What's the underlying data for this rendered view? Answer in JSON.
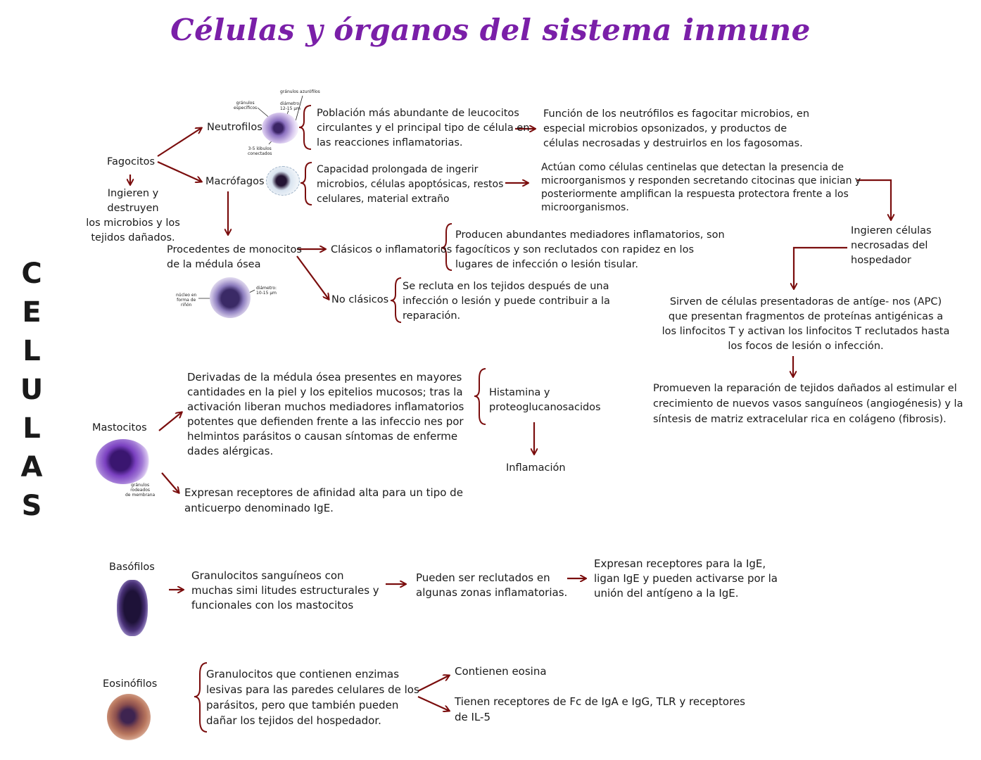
{
  "title": "Células y órganos del sistema inmune",
  "side_label": "CELULAS",
  "colors": {
    "title": "#7a1fa8",
    "arrow": "#7a0d0d",
    "cell_purple": "#5a2d8c"
  },
  "fagocitos": {
    "label": "Fagocitos",
    "desc": "Ingieren y destruyen\nlos microbios y los\ntejidos dañados."
  },
  "neutrofilos": {
    "label": "Neutrofilos",
    "micro_labels": {
      "a": "gránulos\nespecíficos",
      "b": "gránulos azurófilos",
      "c": "diámetro:\n12-15 μm",
      "d": "3-5 lóbulos\nconectados"
    },
    "desc": "Población más abundante de leucocitos\ncirculantes y el principal tipo de célula en\nlas reacciones inflamatorias.",
    "func": "Función de los neutrófilos es fagocitar microbios, en\nespecial microbios opsonizados, y productos de\ncélulas necrosadas y destruirlos en los fagosomas."
  },
  "macrofagos": {
    "label": "Macrófagos",
    "desc": "Capacidad prolongada de ingerir\nmicrobios, células apoptósicas, restos\ncelulares, material extraño",
    "func": "Actúan como células centinelas que detectan la presencia de\nmicroorganismos y responden secretando citocinas que inician y\nposteriormente amplifican la respuesta protectora frente a los\nmicroorganismos.",
    "ingieren": "Ingieren células\nnecrosadas del\nhospedador",
    "apc": "Sirven de células presentadoras de antíge- nos (APC)\nque presentan fragmentos de proteínas antigénicas a\nlos linfocitos T y activan los linfocitos T reclutados hasta\nlos focos de lesión o infección.",
    "repair": "Promueven la reparación de tejidos dañados al estimular el\ncrecimiento de nuevos vasos sanguíneos (angiogénesis) y la\nsíntesis de matriz extracelular rica en colágeno (fibrosis)."
  },
  "monocitos": {
    "label": "Procedentes de monocitos\nde la médula ósea",
    "micro_labels": {
      "a": "núcleo en\nforma de\nriñón",
      "b": "diámetro:\n10-15 μm"
    },
    "clasicos": "Clásicos o inflamatorios",
    "clasicos_desc": "Producen abundantes mediadores inflamatorios, son\nfagocíticos y son reclutados con rapidez en los\nlugares de infección o lesión tisular.",
    "no_clasicos": "No clásicos",
    "no_clasicos_desc": "Se recluta en los tejidos después de una\ninfección o lesión y puede contribuir a la\nreparación."
  },
  "mastocitos": {
    "label": "Mastocitos",
    "micro_label": "gránulos\nrodeados\nde membrana",
    "desc": "Derivadas de la médula ósea presentes en mayores\ncantidades en la piel y los epitelios mucosos; tras la\nactivación liberan muchos mediadores inflamatorios\npotentes que defienden frente a las infeccio nes por\nhelmintos parásitos o causan síntomas de enferme\ndades alérgicas.",
    "histamina": "Histamina y\nproteoglucanosacidos",
    "inflamacion": "Inflamación",
    "receptores": "Expresan receptores de afinidad alta para un tipo de\nanticuerpo denominado IgE."
  },
  "basofilos": {
    "label": "Basófilos",
    "desc": "Granulocitos sanguíneos con\nmuchas simi litudes estructurales y\nfuncionales con los mastocitos",
    "reclutados": "Pueden ser reclutados en\nalgunas zonas inflamatorias.",
    "receptores": "Expresan receptores para la IgE,\nligan IgE y pueden activarse por la\nunión del antígeno a la IgE."
  },
  "eosinofilos": {
    "label": "Eosinófilos",
    "desc": "Granulocitos que contienen enzimas\nlesivas para las paredes celulares de los\nparásitos, pero que también pueden\ndañar los tejidos del hospedador.",
    "eosina": "Contienen eosina",
    "receptores": "Tienen receptores de Fc de IgA e IgG, TLR y receptores\nde IL-5"
  }
}
